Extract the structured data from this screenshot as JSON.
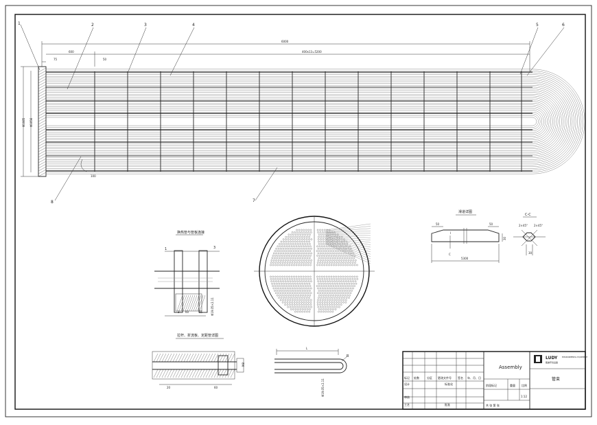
{
  "balloons": [
    "1",
    "2",
    "3",
    "4",
    "5",
    "6",
    "7",
    "8"
  ],
  "dims": {
    "overall": "6000",
    "first_space": "600",
    "space_series": "400x13=5200",
    "d75": "75",
    "d50": "50",
    "d100": "100",
    "dia1": "Φ1085",
    "dia2": "Φ1056"
  },
  "details": {
    "tie_rod_title": "换热管与管板连接",
    "tie_rod_labels": [
      "1",
      "3",
      "60",
      "3",
      "15",
      "Φ19.05×2.11"
    ],
    "baffle_title": "拉杆、折流板、定距管详图",
    "baffle_dims": [
      "20",
      "60",
      "M8"
    ],
    "sheet_title": "滑道详图",
    "sheet_dims": [
      "50",
      "50",
      "30",
      "5300",
      "I",
      "C"
    ],
    "cc_title": "C-C",
    "cc_dims": [
      "2×45°",
      "2×45°",
      "30"
    ],
    "ubend_dims": [
      "L",
      "R",
      "Φ19.05×2.11"
    ]
  },
  "title_block": {
    "assembly": "Assembly",
    "part_name": "管束",
    "logo_text": "LUDY",
    "logo_sub": "ENVIRONMENTAL EQUIPMENT",
    "logo_cn": "路迪环境设备",
    "scale": "1:12",
    "headers": [
      "标记",
      "处数",
      "分区",
      "更改文件号",
      "签名",
      "年、月、日"
    ],
    "row_design": "设计",
    "row_std": "标准化",
    "row_check": "审核",
    "row_process": "工艺",
    "row_approve": "批准",
    "stage": "阶段标记",
    "weight": "重量",
    "ratio": "比例",
    "sheets": "共  张  第  张"
  }
}
